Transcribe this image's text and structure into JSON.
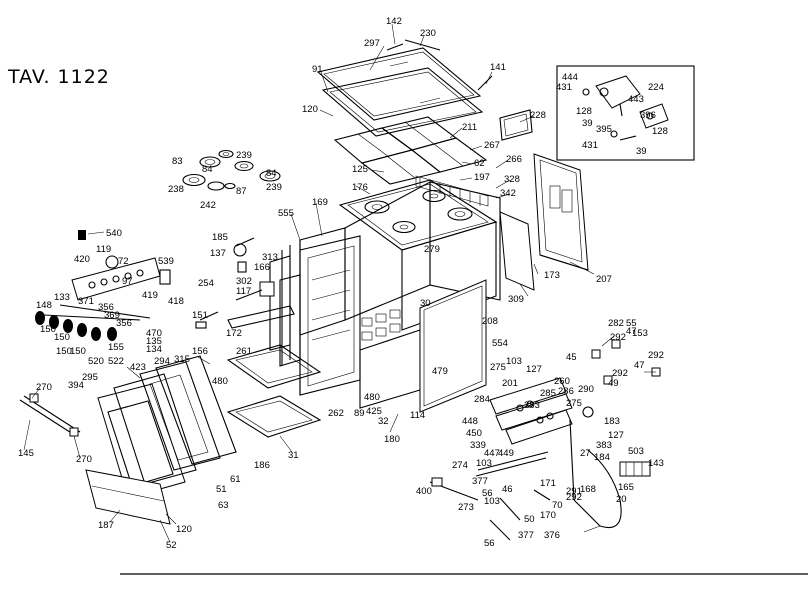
{
  "diagram": {
    "title": "TAV. 1122",
    "labels": [
      {
        "t": "142"
      },
      {
        "t": "230"
      },
      {
        "t": "297"
      },
      {
        "t": "91"
      },
      {
        "t": "141"
      },
      {
        "t": "120"
      },
      {
        "t": "228"
      },
      {
        "t": "211"
      },
      {
        "t": "267"
      },
      {
        "t": "62"
      },
      {
        "t": "125"
      },
      {
        "t": "197"
      },
      {
        "t": "176"
      },
      {
        "t": "266"
      },
      {
        "t": "328"
      },
      {
        "t": "342"
      },
      {
        "t": "83"
      },
      {
        "t": "84"
      },
      {
        "t": "239"
      },
      {
        "t": "84"
      },
      {
        "t": "238"
      },
      {
        "t": "242"
      },
      {
        "t": "87"
      },
      {
        "t": "239"
      },
      {
        "t": "555"
      },
      {
        "t": "169"
      },
      {
        "t": "279"
      },
      {
        "t": "207"
      },
      {
        "t": "540"
      },
      {
        "t": "185"
      },
      {
        "t": "137"
      },
      {
        "t": "302"
      },
      {
        "t": "313"
      },
      {
        "t": "166"
      },
      {
        "t": "119"
      },
      {
        "t": "420"
      },
      {
        "t": "72"
      },
      {
        "t": "97"
      },
      {
        "t": "539"
      },
      {
        "t": "254"
      },
      {
        "t": "117"
      },
      {
        "t": "419"
      },
      {
        "t": "418"
      },
      {
        "t": "309"
      },
      {
        "t": "173"
      },
      {
        "t": "148"
      },
      {
        "t": "133"
      },
      {
        "t": "371"
      },
      {
        "t": "356"
      },
      {
        "t": "150"
      },
      {
        "t": "369"
      },
      {
        "t": "150"
      },
      {
        "t": "150"
      },
      {
        "t": "150"
      },
      {
        "t": "155"
      },
      {
        "t": "356"
      },
      {
        "t": "135"
      },
      {
        "t": "470"
      },
      {
        "t": "134"
      },
      {
        "t": "151"
      },
      {
        "t": "172"
      },
      {
        "t": "30"
      },
      {
        "t": "208"
      },
      {
        "t": "554"
      },
      {
        "t": "292"
      },
      {
        "t": "47"
      },
      {
        "t": "282"
      },
      {
        "t": "55"
      },
      {
        "t": "153"
      },
      {
        "t": "45"
      },
      {
        "t": "292"
      },
      {
        "t": "47"
      },
      {
        "t": "292"
      },
      {
        "t": "49"
      },
      {
        "t": "520"
      },
      {
        "t": "522"
      },
      {
        "t": "156"
      },
      {
        "t": "315"
      },
      {
        "t": "261"
      },
      {
        "t": "423"
      },
      {
        "t": "294"
      },
      {
        "t": "480"
      },
      {
        "t": "103"
      },
      {
        "t": "127"
      },
      {
        "t": "275"
      },
      {
        "t": "201"
      },
      {
        "t": "260"
      },
      {
        "t": "286"
      },
      {
        "t": "290"
      },
      {
        "t": "284"
      },
      {
        "t": "285"
      },
      {
        "t": "283"
      },
      {
        "t": "275"
      },
      {
        "t": "479"
      },
      {
        "t": "270"
      },
      {
        "t": "394"
      },
      {
        "t": "295"
      },
      {
        "t": "262"
      },
      {
        "t": "89"
      },
      {
        "t": "480"
      },
      {
        "t": "425"
      },
      {
        "t": "32"
      },
      {
        "t": "114"
      },
      {
        "t": "448"
      },
      {
        "t": "183"
      },
      {
        "t": "450"
      },
      {
        "t": "127"
      },
      {
        "t": "339"
      },
      {
        "t": "447"
      },
      {
        "t": "449"
      },
      {
        "t": "383"
      },
      {
        "t": "27"
      },
      {
        "t": "184"
      },
      {
        "t": "145"
      },
      {
        "t": "270"
      },
      {
        "t": "31"
      },
      {
        "t": "186"
      },
      {
        "t": "180"
      },
      {
        "t": "503"
      },
      {
        "t": "143"
      },
      {
        "t": "61"
      },
      {
        "t": "274"
      },
      {
        "t": "103"
      },
      {
        "t": "291"
      },
      {
        "t": "165"
      },
      {
        "t": "377"
      },
      {
        "t": "171"
      },
      {
        "t": "20"
      },
      {
        "t": "51"
      },
      {
        "t": "400"
      },
      {
        "t": "46"
      },
      {
        "t": "168"
      },
      {
        "t": "56"
      },
      {
        "t": "292"
      },
      {
        "t": "63"
      },
      {
        "t": "103"
      },
      {
        "t": "70"
      },
      {
        "t": "273"
      },
      {
        "t": "170"
      },
      {
        "t": "187"
      },
      {
        "t": "120"
      },
      {
        "t": "50"
      },
      {
        "t": "377"
      },
      {
        "t": "376"
      },
      {
        "t": "52"
      },
      {
        "t": "56"
      },
      {
        "t": "444"
      },
      {
        "t": "431"
      },
      {
        "t": "443"
      },
      {
        "t": "224"
      },
      {
        "t": "128"
      },
      {
        "t": "396"
      },
      {
        "t": "39"
      },
      {
        "t": "395"
      },
      {
        "t": "128"
      },
      {
        "t": "431"
      },
      {
        "t": "39"
      }
    ]
  }
}
